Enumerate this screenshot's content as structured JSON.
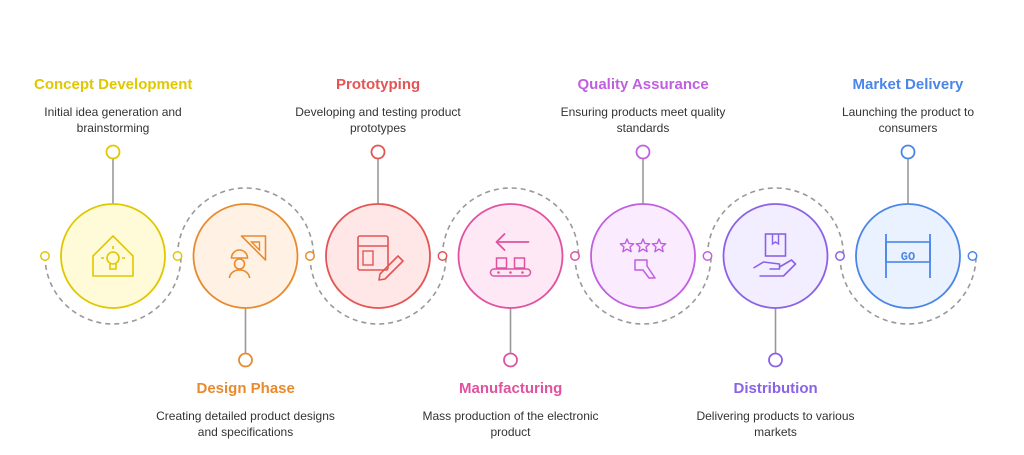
{
  "stages": [
    {
      "title": "Concept Development",
      "description": "Initial idea generation and brainstorming",
      "color": "#E0C800",
      "fill": "#FFFBD9",
      "icon": "house-lightbulb-icon"
    },
    {
      "title": "Design Phase",
      "description": "Creating detailed product designs and specifications",
      "color": "#E98A2E",
      "fill": "#FFF2E4",
      "icon": "engineer-triangle-icon"
    },
    {
      "title": "Prototyping",
      "description": "Developing and testing product prototypes",
      "color": "#E55454",
      "fill": "#FFE7E7",
      "icon": "blueprint-pencil-icon"
    },
    {
      "title": "Manufacturing",
      "description": "Mass production of the electronic product",
      "color": "#E052A0",
      "fill": "#FFE8F5",
      "icon": "conveyor-belt-icon"
    },
    {
      "title": "Quality Assurance",
      "description": "Ensuring products meet quality standards",
      "color": "#C060E0",
      "fill": "#FAEBFF",
      "icon": "stars-rating-icon"
    },
    {
      "title": "Distribution",
      "description": "Delivering products to various markets",
      "color": "#8A62E6",
      "fill": "#F2EDFF",
      "icon": "hand-package-icon"
    },
    {
      "title": "Market Delivery",
      "description": "Launching the product to consumers",
      "color": "#4A86E8",
      "fill": "#EAF2FF",
      "icon": "go-sign-icon"
    }
  ],
  "go_sign_text": "GO",
  "connector_color": "#999999"
}
